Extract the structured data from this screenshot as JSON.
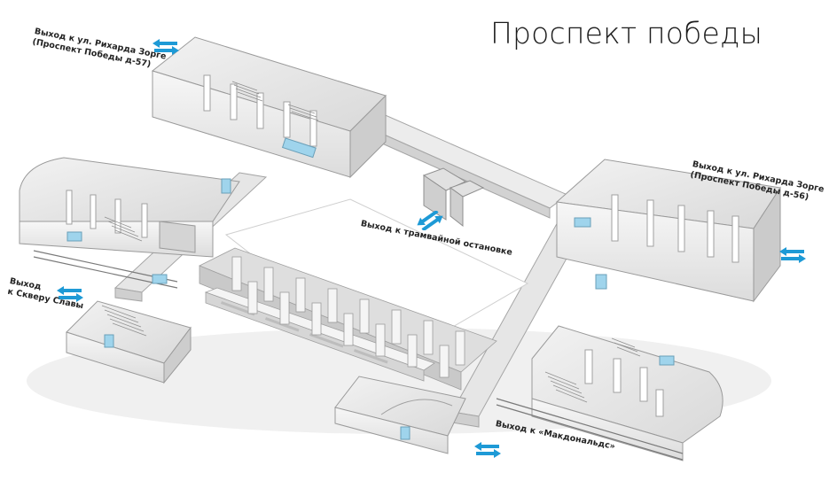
{
  "title": "Проспект победы",
  "exits": {
    "zorge_57": {
      "line1": "Выход к ул. Рихарда Зорге",
      "line2": "(Проспект Победы д-57)"
    },
    "zorge_56": {
      "line1": "Выход к ул. Рихарда Зорге",
      "line2": "(Проспект Победы д-56)"
    },
    "tram": {
      "line1": "Выход к трамвайной остановке"
    },
    "skver": {
      "line1": "Выход",
      "line2": "к Скверу Славы"
    },
    "mcdonalds": {
      "line1": "Выход к «Макдональдс»"
    }
  },
  "icons": [
    "exit-arrows-icon"
  ],
  "colors": {
    "accent": "#1e9ad6",
    "structure": "#e9e9e9",
    "outline": "#9a9a9a",
    "screen": "#9fd4ec"
  }
}
